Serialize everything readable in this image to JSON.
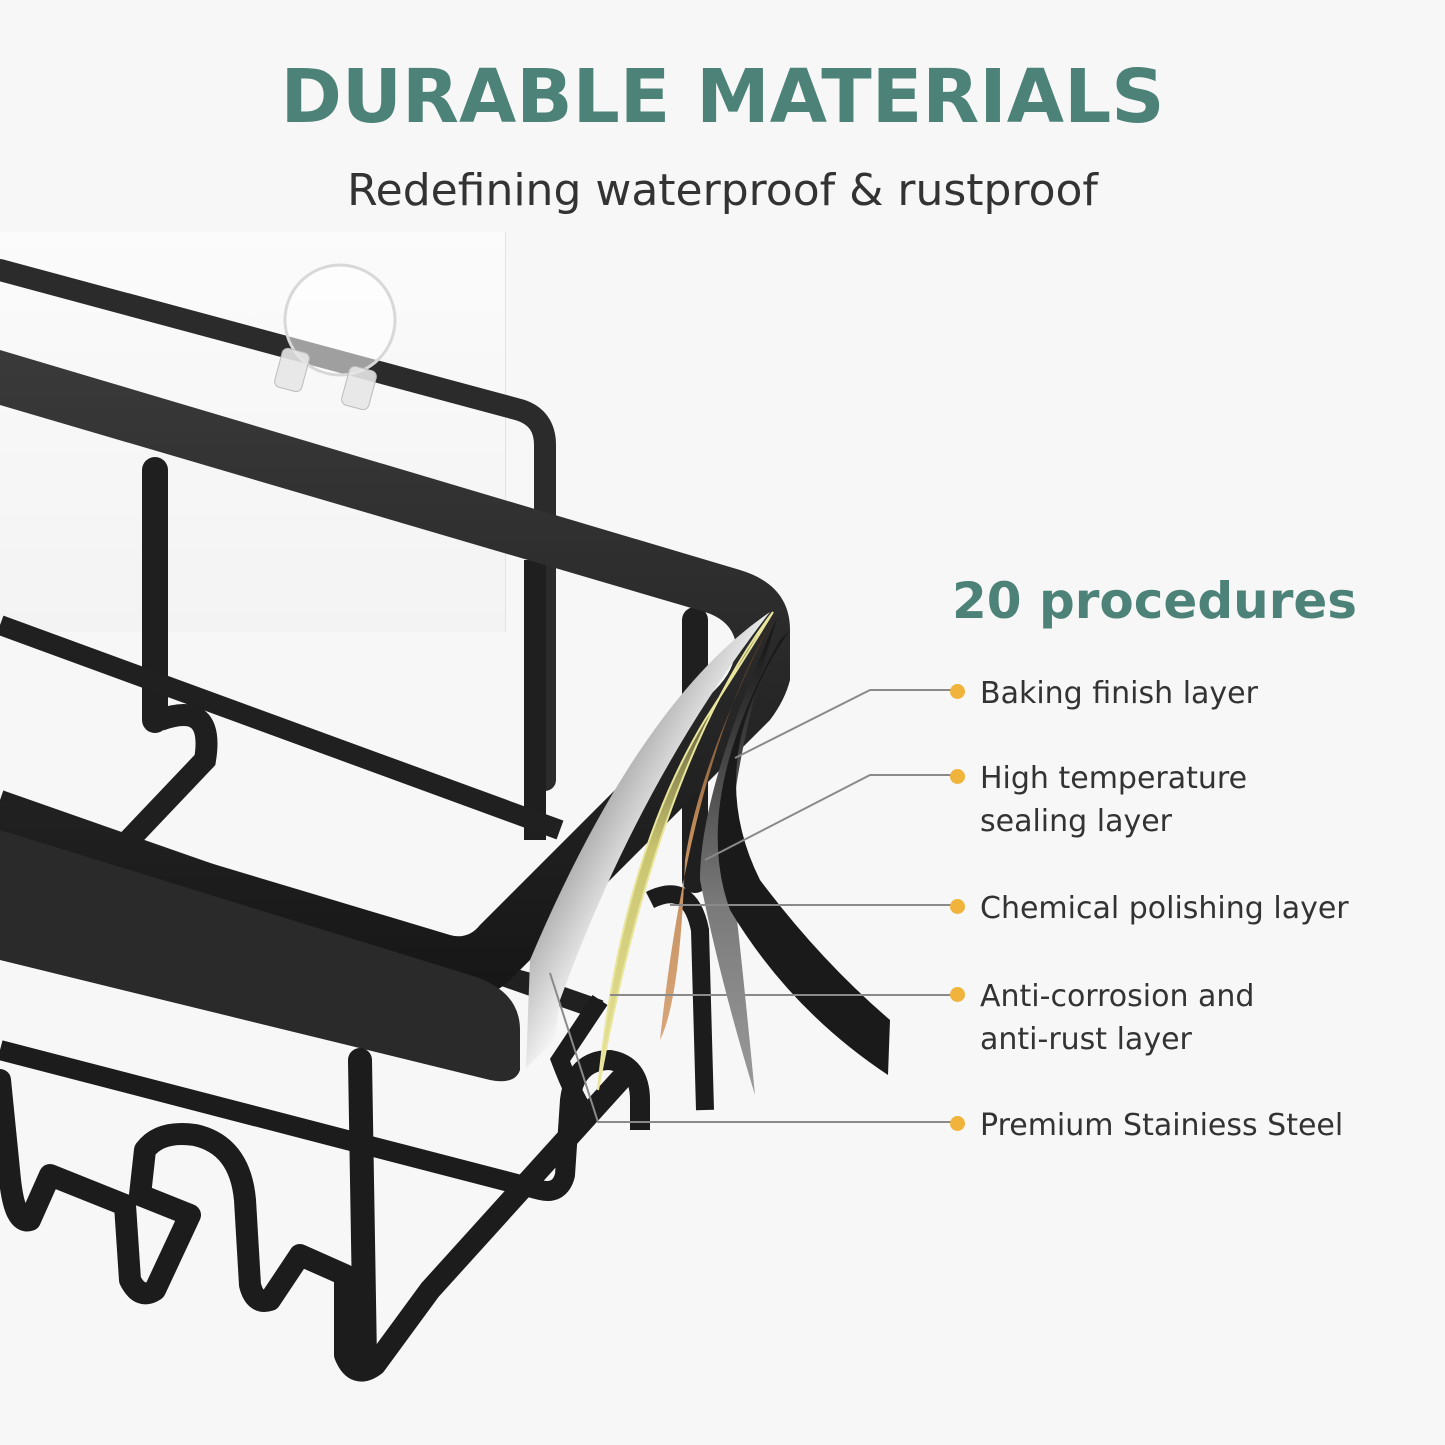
{
  "header": {
    "title": "DURABLE MATERIALS",
    "subtitle": "Redefining waterproof & rustproof"
  },
  "feature": {
    "title": "20 procedures",
    "layers": [
      {
        "label": "Baking finish layer"
      },
      {
        "label": "High temperature\nsealing layer"
      },
      {
        "label": "Chemical polishing layer"
      },
      {
        "label": "Anti-corrosion and\nanti-rust layer"
      },
      {
        "label": "Premium Stainiess Steel"
      }
    ]
  },
  "colors": {
    "accent_green": "#4c8277",
    "text_dark": "#333333",
    "bullet_orange": "#f0b43c",
    "leader_gray": "#8a8a8a",
    "product_black": "#1c1c1c",
    "background": "#f7f7f7"
  },
  "product": {
    "icon": "shower-caddy-basket-icon"
  }
}
